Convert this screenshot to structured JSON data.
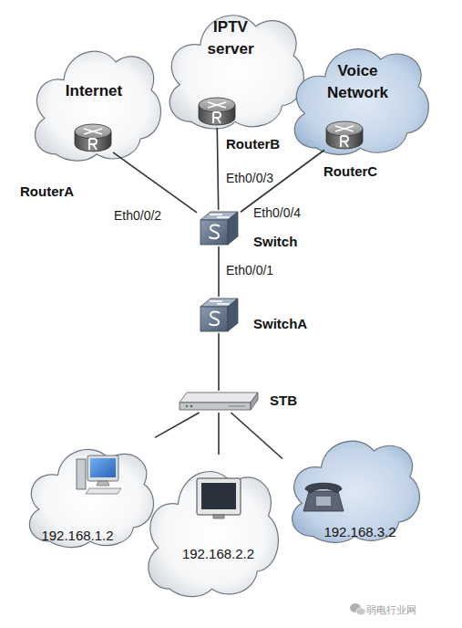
{
  "diagram": {
    "nodes": [
      {
        "text": [
          "Internet"
        ]
      },
      {
        "text": [
          "RouterA"
        ],
        "in": 0
      },
      {
        "text": [
          "IPTV server"
        ]
      },
      {
        "text": [
          "RouterB"
        ],
        "in": 2
      },
      {
        "text": [
          "Voice Network"
        ]
      },
      {
        "text": [
          "RouterC"
        ],
        "in": 4
      },
      {
        "text": [
          "Switch"
        ]
      },
      {
        "text": [
          "SwitchA"
        ]
      },
      {
        "text": [
          "STB"
        ]
      },
      {
        "text": [
          "192.168.1.2"
        ]
      },
      {
        "text": [
          "192.168.2.2"
        ]
      },
      {
        "text": [
          "192.168.3.2"
        ]
      }
    ],
    "edges": [
      {
        "from": 1,
        "to": 6,
        "arrow": "none",
        "label": "Eth0/0/2"
      },
      {
        "from": 3,
        "to": 6,
        "arrow": "none",
        "label": "Eth0/0/3"
      },
      {
        "from": 5,
        "to": 6,
        "arrow": "none",
        "label": "Eth0/0/4"
      },
      {
        "from": 6,
        "to": 7,
        "arrow": "none",
        "label": "Eth0/0/1"
      },
      {
        "from": 7,
        "to": 8,
        "arrow": "none"
      },
      {
        "from": 8,
        "to": 9,
        "arrow": "none"
      },
      {
        "from": 8,
        "to": 10,
        "arrow": "none"
      },
      {
        "from": 8,
        "to": 11,
        "arrow": "none"
      }
    ],
    "labels": [
      "弱电行业网"
    ]
  }
}
